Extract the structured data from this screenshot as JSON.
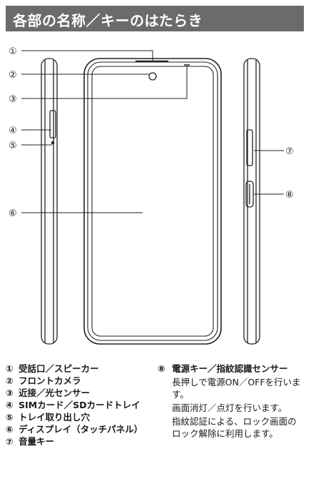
{
  "header": {
    "title": "各部の名称／キーのはたらき"
  },
  "callouts": [
    "①",
    "②",
    "③",
    "④",
    "⑤",
    "⑥",
    "⑦",
    "⑧"
  ],
  "parts": [
    {
      "num": "①",
      "name": "受話口／スピーカー"
    },
    {
      "num": "②",
      "name": "フロントカメラ"
    },
    {
      "num": "③",
      "name": "近接／光センサー"
    },
    {
      "num": "④",
      "name": "SIMカード／SDカードトレイ"
    },
    {
      "num": "⑤",
      "name": "トレイ取り出し穴"
    },
    {
      "num": "⑥",
      "name": "ディスプレイ（タッチパネル）"
    },
    {
      "num": "⑦",
      "name": "音量キー"
    }
  ],
  "power_key": {
    "num": "⑧",
    "name": "電源キー／指紋認識センサー",
    "descriptions": [
      "長押しで電源ON／OFFを行います。",
      "画面消灯／点灯を行います。",
      "指紋認証による、ロック画面のロック解除に利用します。"
    ]
  }
}
